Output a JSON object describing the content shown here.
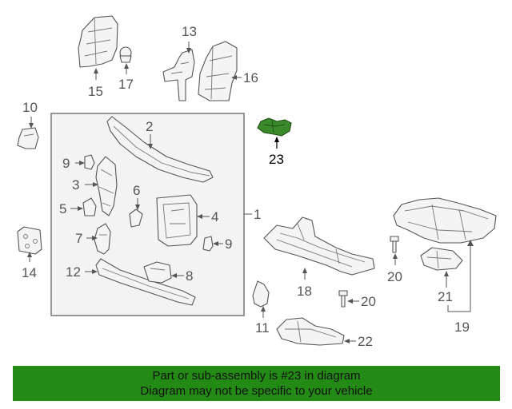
{
  "callouts": {
    "c1": "1",
    "c2": "2",
    "c3": "3",
    "c4": "4",
    "c5": "5",
    "c6": "6",
    "c7": "7",
    "c8": "8",
    "c9a": "9",
    "c9b": "9",
    "c10": "10",
    "c11": "11",
    "c12": "12",
    "c13": "13",
    "c14": "14",
    "c15": "15",
    "c16": "16",
    "c17": "17",
    "c18": "18",
    "c19": "19",
    "c20a": "20",
    "c20b": "20",
    "c21": "21",
    "c22": "22",
    "c23": "23"
  },
  "highlight": {
    "part_number": "23",
    "color": "#3a8a2a"
  },
  "banner": {
    "line1": "Part or sub-assembly is #23 in diagram",
    "line2": "Diagram may not be specific to your vehicle",
    "background": "#238a16"
  }
}
